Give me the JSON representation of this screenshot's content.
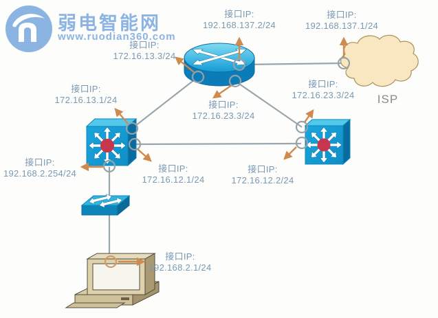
{
  "logo": {
    "title": "弱电智能网",
    "url": "www.ruodian360.com",
    "color": "#8cb4e2"
  },
  "diagram": {
    "isp_label": "ISP",
    "labels": [
      {
        "name": "router-wan-ip",
        "caption": "接口IP:",
        "ip": "192.168.137.2/24"
      },
      {
        "name": "isp-edge-ip",
        "caption": "接口IP:",
        "ip": "192.168.137.1/24"
      },
      {
        "name": "router-left-ip",
        "caption": "接口IP:",
        "ip": "172.16.13.3/24"
      },
      {
        "name": "switch1-uplink-ip",
        "caption": "接口IP:",
        "ip": "172.16.13.1/24"
      },
      {
        "name": "router-right-ip",
        "caption": "接口IP:",
        "ip": "172.16.23.3/24"
      },
      {
        "name": "switch2-uplink-ip",
        "caption": "接口IP:",
        "ip": "172.16.23.3/24"
      },
      {
        "name": "switch1-lan-ip",
        "caption": "接口IP:",
        "ip": "192.168.2.254/24"
      },
      {
        "name": "switch1-link-ip",
        "caption": "接口IP:",
        "ip": "172.16.12.1/24"
      },
      {
        "name": "switch2-link-ip",
        "caption": "接口IP:",
        "ip": "172.16.12.2/24"
      },
      {
        "name": "pc-ip",
        "caption": "接口IP:",
        "ip": "192.168.2.1/24"
      }
    ],
    "icons": {
      "router": "router-icon",
      "l3_switch_left": "layer3-switch-icon",
      "l3_switch_right": "layer3-switch-icon",
      "l2_switch": "workgroup-switch-icon",
      "pc": "desktop-computer-icon",
      "isp": "cloud-icon",
      "logo": "ruodian360-logo-icon"
    }
  },
  "colors": {
    "logo_blue": "#8cb4e2",
    "label_text": "#7a99b1",
    "link_gray": "#9aa6ac",
    "arrow_orange": "#cf8a4d",
    "device_blue": "#149bd5",
    "device_blue_dark": "#0a6da1",
    "device_blue_light": "#4cc5e8",
    "switch_core_red": "#c7364d",
    "cloud_fill": "#f8e7c0",
    "cloud_stroke": "#a89058",
    "isp_text": "#8a8a8a",
    "pc_beige": "#ddd2ae",
    "port_ring": "#97a1a8",
    "port_ring_orange": "#d59a62"
  }
}
